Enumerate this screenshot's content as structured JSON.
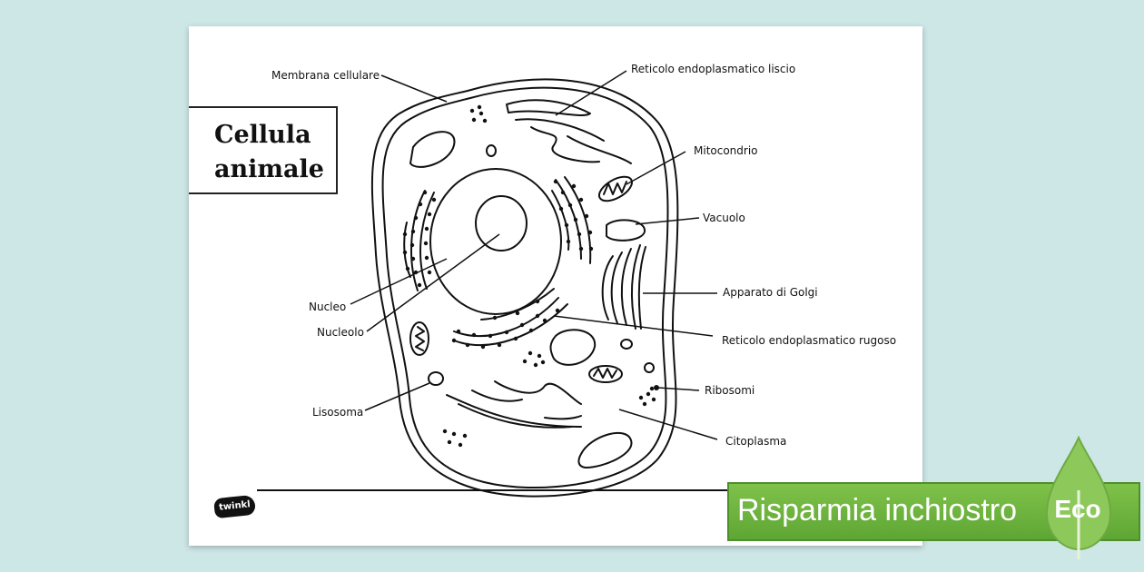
{
  "title": "Cellula\nanimale",
  "labels": {
    "membrana": "Membrana cellulare",
    "rel": "Reticolo endoplasmatico liscio",
    "mitocondrio": "Mitocondrio",
    "vacuolo": "Vacuolo",
    "golgi": "Apparato di Golgi",
    "rer": "Reticolo endoplasmatico rugoso",
    "ribosomi": "Ribosomi",
    "citoplasma": "Citoplasma",
    "nucleo": "Nucleo",
    "nucleolo": "Nucleolo",
    "lisosoma": "Lisosoma"
  },
  "brand": {
    "logo": "twinkl"
  },
  "eco_banner": {
    "text": "Risparmia inchiostro",
    "badge": "Eco",
    "colors": {
      "banner": "#6bb33e",
      "drop": "#8dc95a"
    }
  }
}
